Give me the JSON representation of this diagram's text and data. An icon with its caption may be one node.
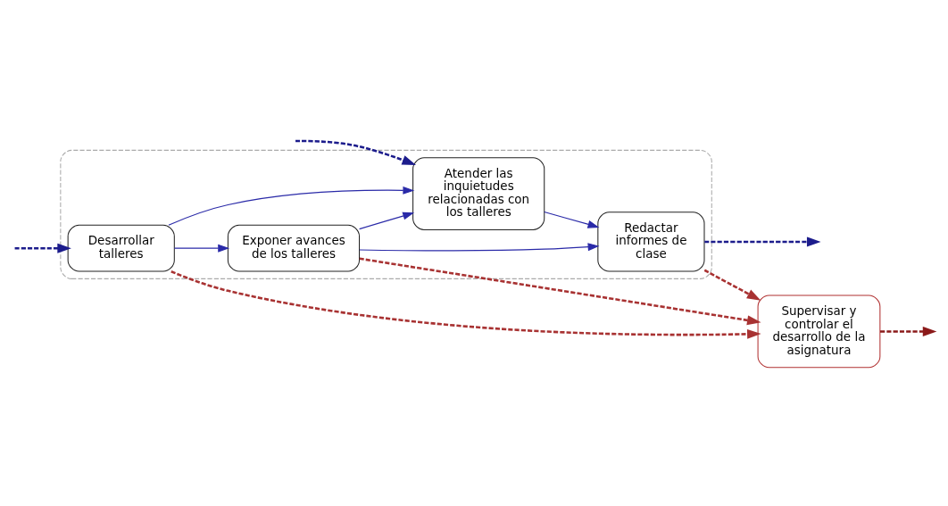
{
  "diagram": {
    "nodes": [
      {
        "text": [],
        "shape": "cloud"
      },
      {
        "text": [
          "Desarrollar talleres"
        ],
        "in": 0
      },
      {
        "text": [
          "Exponer avances de los talleres"
        ],
        "in": 0
      },
      {
        "text": [
          "Atender las inquietudes relacionadas con los talleres"
        ],
        "in": 0
      },
      {
        "text": [
          "Redactar informes de clase"
        ],
        "in": 0
      },
      {
        "text": [
          "Supervisar y controlar el desarrollo de la asignatura"
        ]
      }
    ],
    "edges": [
      {
        "from": null,
        "to": 1,
        "arrow": "to",
        "style": "dashed",
        "color": "#1c1c8c"
      },
      {
        "from": null,
        "to": 3,
        "arrow": "to",
        "style": "dashed",
        "color": "#1c1c8c"
      },
      {
        "from": 1,
        "to": 2,
        "arrow": "to"
      },
      {
        "from": 1,
        "to": 3,
        "arrow": "to"
      },
      {
        "from": 2,
        "to": 3,
        "arrow": "to"
      },
      {
        "from": 2,
        "to": 4,
        "arrow": "to"
      },
      {
        "from": 3,
        "to": 4,
        "arrow": "to"
      },
      {
        "from": 1,
        "to": 5,
        "arrow": "to",
        "style": "dashed",
        "color": "#a83232"
      },
      {
        "from": 2,
        "to": 5,
        "arrow": "to",
        "style": "dashed",
        "color": "#a83232"
      },
      {
        "from": 4,
        "to": 5,
        "arrow": "to",
        "style": "dashed",
        "color": "#a83232"
      },
      {
        "from": 4,
        "to": null,
        "arrow": "to",
        "style": "dashed",
        "color": "#1c1c8c"
      },
      {
        "from": 5,
        "to": null,
        "arrow": "to",
        "style": "dashed",
        "color": "#8b1a1a"
      }
    ]
  }
}
